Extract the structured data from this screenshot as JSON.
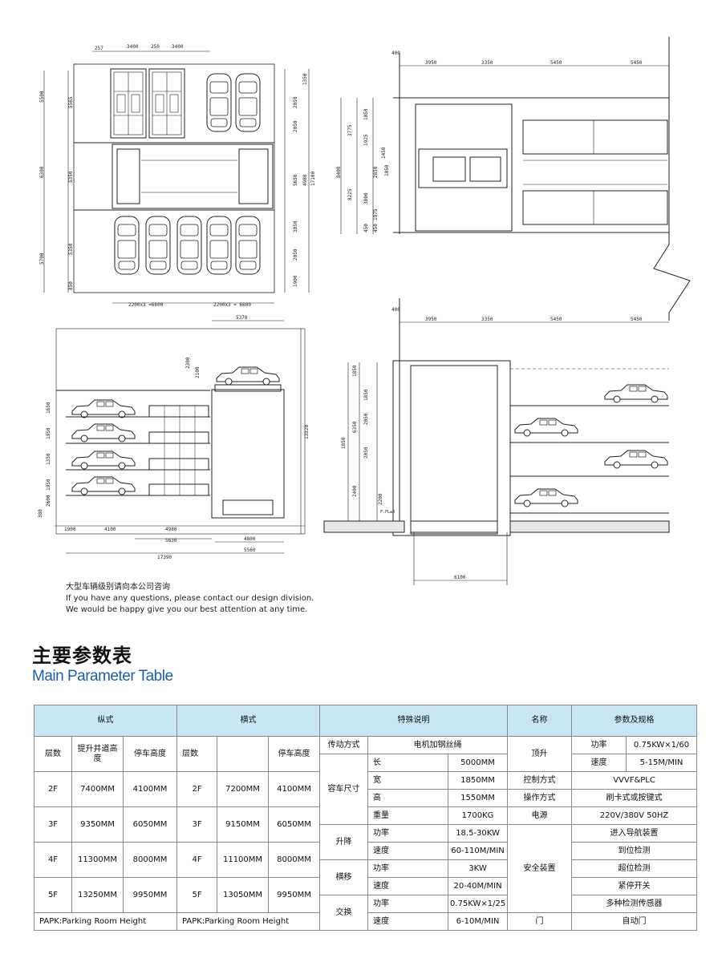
{
  "drawings": {
    "plan_top": {
      "dims_top": [
        "257",
        "3400",
        "250",
        "3400"
      ],
      "dims_left": [
        "5565",
        "5350",
        "5350",
        "850"
      ],
      "dims_left_outer": [
        "5500",
        "6300",
        "5700"
      ],
      "dims_right": [
        "1350",
        "2050",
        "2050",
        "4980",
        "5650",
        "3050",
        "2050",
        "1900",
        "17100"
      ],
      "dims_bottom": [
        "2200x3 =6600",
        "2200x3 = 6600"
      ]
    },
    "plan_right": {
      "dims_top": [
        "400",
        "3950",
        "3350",
        "5450",
        "5450"
      ],
      "dims_left": [
        "3775",
        "1050",
        "1925",
        "1450",
        "2850",
        "1050",
        "3800",
        "1975",
        "450",
        "450"
      ],
      "dims_left_outer": [
        "8400",
        "8225"
      ]
    },
    "section_left": {
      "dims_top": [
        "5370"
      ],
      "dims_left": [
        "1650",
        "1950",
        "1350",
        "1950",
        "2600",
        "380"
      ],
      "dims_right": [
        "2300",
        "2100",
        "13320"
      ],
      "dims_bottom": [
        "1900",
        "4100",
        "4980",
        "5630",
        "4800",
        "5560",
        "17390"
      ]
    },
    "section_right": {
      "dims_top": [
        "400",
        "3950",
        "3350",
        "5450",
        "5450"
      ],
      "dims_left": [
        "1850",
        "1850",
        "2050",
        "2050",
        "2400",
        "2200",
        "6350",
        "1850"
      ],
      "dims_bottom": [
        "6100"
      ],
      "label_fl": "F.FL±0"
    }
  },
  "note": {
    "line1": "大型车辆级别请向本公司咨询",
    "line2": "If you have any questions, please contact our design division.",
    "line3": "We would be happy give you our best attention at any time."
  },
  "title": {
    "cn": "主要参数表",
    "en": "Main Parameter Table"
  },
  "table": {
    "head": {
      "longitudinal": "纵式",
      "transverse": "横式",
      "special": "特殊说明",
      "name": "名称",
      "spec": "参数及规格"
    },
    "sub": {
      "floors": "层数",
      "shaft_height": "提升井道高度",
      "parking_height": "停车高度"
    },
    "rows": [
      {
        "lf": "2F",
        "lshaft": "7400MM",
        "lpark": "4100MM",
        "tf": "2F",
        "tshaft": "7200MM",
        "tpark": "4100MM"
      },
      {
        "lf": "3F",
        "lshaft": "9350MM",
        "lpark": "6050MM",
        "tf": "3F",
        "tshaft": "9150MM",
        "tpark": "6050MM"
      },
      {
        "lf": "4F",
        "lshaft": "11300MM",
        "lpark": "8000MM",
        "tf": "4F",
        "tshaft": "11100MM",
        "tpark": "8000MM"
      },
      {
        "lf": "5F",
        "lshaft": "13250MM",
        "lpark": "9950MM",
        "tf": "5F",
        "tshaft": "13050MM",
        "tpark": "9950MM"
      }
    ],
    "papk_note": "PAPK:Parking Room Height",
    "special": {
      "drive_label": "传动方式",
      "drive_value": "电机加钢丝绳",
      "car_size_label": "容车尺寸",
      "length_label": "长",
      "length_value": "5000MM",
      "width_label": "宽",
      "width_value": "1850MM",
      "height_label": "高",
      "height_value": "1550MM",
      "weight_label": "重量",
      "weight_value": "1700KG",
      "lift_label": "升降",
      "traverse_label": "横移",
      "exchange_label": "交换",
      "power_label": "功率",
      "speed_label": "速度",
      "lift_power": "18.5-30KW",
      "lift_speed": "60-110M/MIN",
      "traverse_power": "3KW",
      "traverse_speed": "20-40M/MIN",
      "exchange_power": "0.75KW×1/25",
      "exchange_speed": "6-10M/MIN"
    },
    "spec": {
      "top_lift_label": "顶升",
      "power_label": "功率",
      "speed_label": "速度",
      "top_power": "0.75KW×1/60",
      "top_speed": "5-15M/MIN",
      "control_label": "控制方式",
      "control_value": "VVVF&PLC",
      "operation_label": "操作方式",
      "operation_value": "刷卡式或按键式",
      "power_supply_label": "电源",
      "power_supply_value": "220V/380V 50HZ",
      "safety_label": "安全装置",
      "safety_items": [
        "进入导航装置",
        "到位检测",
        "超位检测",
        "紧停开关",
        "多种检测传感器"
      ],
      "door_label": "门",
      "door_value": "自动门"
    }
  }
}
